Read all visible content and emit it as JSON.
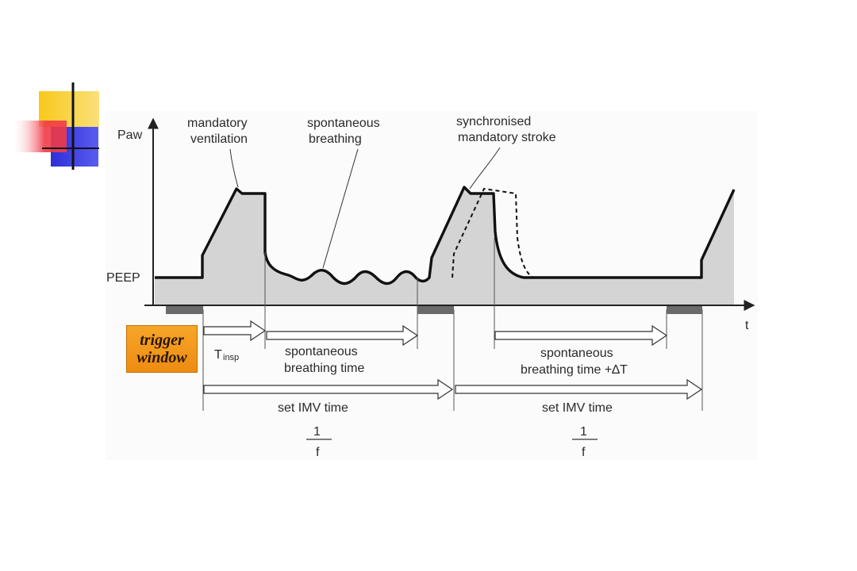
{
  "diagram": {
    "axis_labels": {
      "y": "Paw",
      "x": "t",
      "baseline": "PEEP"
    },
    "annotations": {
      "mandatory_1": "mandatory",
      "mandatory_2": "ventilation",
      "spont_1": "spontaneous",
      "spont_2": "breathing",
      "sync_1": "synchronised",
      "sync_2": "mandatory stroke"
    },
    "timing": {
      "tinsp_main": "T",
      "tinsp_sub": "insp",
      "sbt_1_line1": "spontaneous",
      "sbt_1_line2": "breathing time",
      "sbt_2_line1": "spontaneous",
      "sbt_2_line2": "breathing time +∆T",
      "imv_1": "set IMV time",
      "imv_2": "set IMV time",
      "freq_num": "1",
      "freq_den": "f"
    },
    "badge": {
      "line1": "trigger",
      "line2": "window"
    },
    "colors": {
      "logo_yellow": "#f9c81a",
      "logo_red": "#f03a48",
      "logo_blue": "#2c2fd6",
      "badge_orange": "#f29a1c",
      "waveform_fill": "#d4d4d4"
    }
  }
}
